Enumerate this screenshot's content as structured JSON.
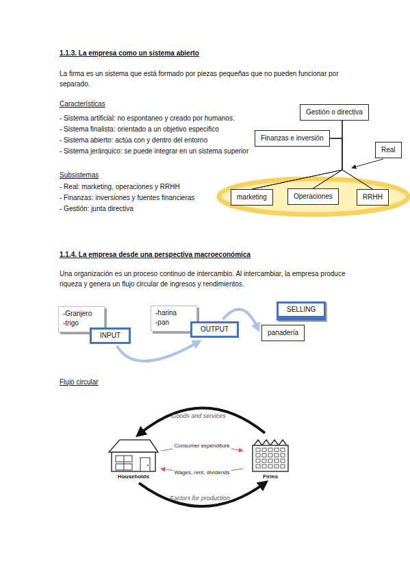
{
  "diagram": {
    "nodes": [
      {
        "text": [
          "Gestión o directiva"
        ]
      },
      {
        "text": [
          "Finanzas e inversión"
        ]
      },
      {
        "text": [
          "Real"
        ]
      },
      {
        "text": [
          "marketing"
        ]
      },
      {
        "text": [
          "Operaciones"
        ]
      },
      {
        "text": [
          "RRHH"
        ]
      },
      {
        "text": [
          "-Granjero -trigo"
        ]
      },
      {
        "text": [
          "INPUT"
        ]
      },
      {
        "text": [
          "-harina -pan"
        ]
      },
      {
        "text": [
          "OUTPUT"
        ]
      },
      {
        "text": [
          "SELLING"
        ]
      },
      {
        "text": [
          "panadería"
        ]
      },
      {
        "text": [
          "Households"
        ]
      },
      {
        "text": [
          "Firms"
        ]
      }
    ],
    "edges": [
      {
        "from": 0,
        "to": 3,
        "arrow": "none"
      },
      {
        "from": 0,
        "to": 4,
        "arrow": "none"
      },
      {
        "from": 0,
        "to": 5,
        "arrow": "none"
      },
      {
        "from": 1,
        "to": 3,
        "arrow": "none"
      },
      {
        "from": 1,
        "to": 4,
        "arrow": "none"
      },
      {
        "from": 1,
        "to": 5,
        "arrow": "none"
      },
      {
        "from": 7,
        "to": 9,
        "arrow": "to"
      },
      {
        "from": 9,
        "to": 11,
        "arrow": "to"
      },
      {
        "from": 13,
        "to": 12,
        "label": "Goods and services",
        "arrow": "to"
      },
      {
        "from": 12,
        "to": 13,
        "label": "Consumer expenditure",
        "arrow": "to"
      },
      {
        "from": 13,
        "to": 12,
        "label": "Wages, rent, dividends",
        "arrow": "to"
      },
      {
        "from": 12,
        "to": 13,
        "label": "Factors for production",
        "arrow": "to"
      }
    ],
    "labels": [
      "1.1.3. La empresa como un sistema abierto",
      "La firma es un sistema que está formado por piezas pequeñas que no pueden funcionar por separado.",
      "Características",
      "- Sistema artificial: no espontaneo y creado por humanos.",
      "- Sistema finalista: orientado a un objetivo especifico",
      "- Sistema abierto: actúa con y dentro del entorno",
      "- Sistema jerárquico: se puede integrar en un sistema superior",
      "Subsistemas",
      "- Real: marketing, operaciones y RRHH",
      "- Finanzas: inversiones y fuentes financieras",
      "- Gestión: junta directiva",
      "1.1.4. La empresa desde una perspectiva macroeconómica",
      "Una organización es un proceso continuo de intercambio. Al intercambiar, la empresa produce riqueza y genera un flujo circular de ingresos y rendimientos.",
      "Flujo circular"
    ]
  }
}
